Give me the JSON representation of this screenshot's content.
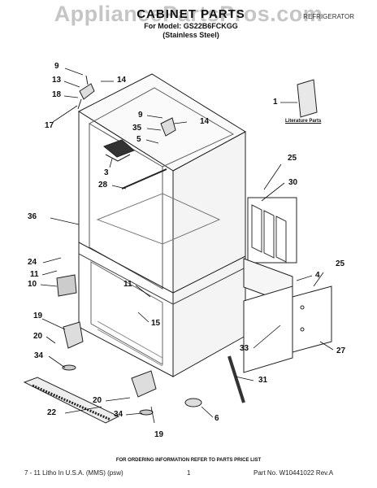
{
  "watermark": "AppliancePartsPros.com",
  "header": {
    "title": "CABINET PARTS",
    "model_line": "For Model: GS22B6FCKGG",
    "variant": "(Stainless Steel)",
    "corner": "REFRIGERATOR"
  },
  "literature_label": "Literature Parts",
  "callouts": [
    "9",
    "13",
    "14",
    "18",
    "17",
    "1",
    "9",
    "35",
    "14",
    "5",
    "3",
    "28",
    "25",
    "30",
    "36",
    "24",
    "11",
    "10",
    "4",
    "25",
    "11",
    "15",
    "19",
    "20",
    "34",
    "33",
    "27",
    "31",
    "20",
    "22",
    "34",
    "19",
    "6"
  ],
  "footer": {
    "note": "FOR ORDERING INFORMATION REFER TO PARTS PRICE LIST",
    "left": "7 - 11 Litho In U.S.A. (MMS) (psw)",
    "center": "1",
    "right": "Part No. W10441022 Rev.A"
  }
}
